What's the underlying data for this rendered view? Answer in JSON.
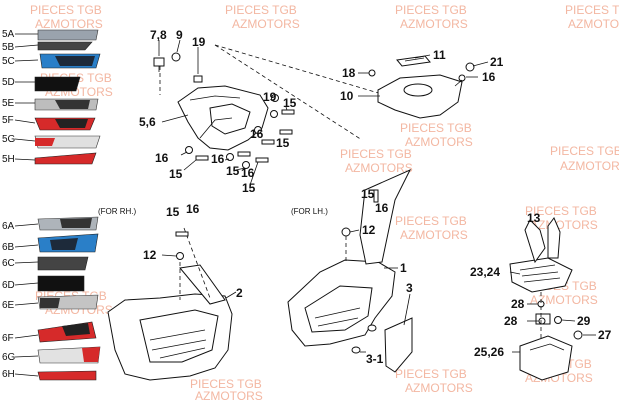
{
  "watermarks": [
    "PIECES TGB",
    "AZMOTORS"
  ],
  "notes": {
    "rh": "(FOR RH.)",
    "lh": "(FOR LH.)"
  },
  "decal_labels": [
    "5A",
    "5B",
    "5C",
    "5D",
    "5E",
    "5F",
    "5G",
    "5H",
    "6A",
    "6B",
    "6C",
    "6D",
    "6E",
    "6F",
    "6G",
    "6H"
  ],
  "callouts": {
    "c78": "7,8",
    "c9": "9",
    "c19": "19",
    "c11": "11",
    "c18": "18",
    "c21": "21",
    "c16a": "16",
    "c10": "10",
    "c19b": "19",
    "c15a": "15",
    "c56": "5,6",
    "c16b": "16",
    "c15b": "15",
    "c16c": "16",
    "c15c": "15",
    "c16d": "16",
    "c15d": "15",
    "c16e": "16",
    "c15e": "15",
    "c15f": "15",
    "c16f": "16",
    "c12a": "12",
    "c2": "2",
    "c15g": "15",
    "c16g": "16",
    "c12b": "12",
    "c1": "1",
    "c3": "3",
    "c31": "3-1",
    "c13": "13",
    "c2324": "23,24",
    "c28a": "28",
    "c28b": "28",
    "c29": "29",
    "c27": "27",
    "c2526": "25,26"
  },
  "colors": {
    "accent_red": "#d62a2a",
    "decal_blue": "#2a7fc8",
    "watermark": "#f3b7a2"
  }
}
